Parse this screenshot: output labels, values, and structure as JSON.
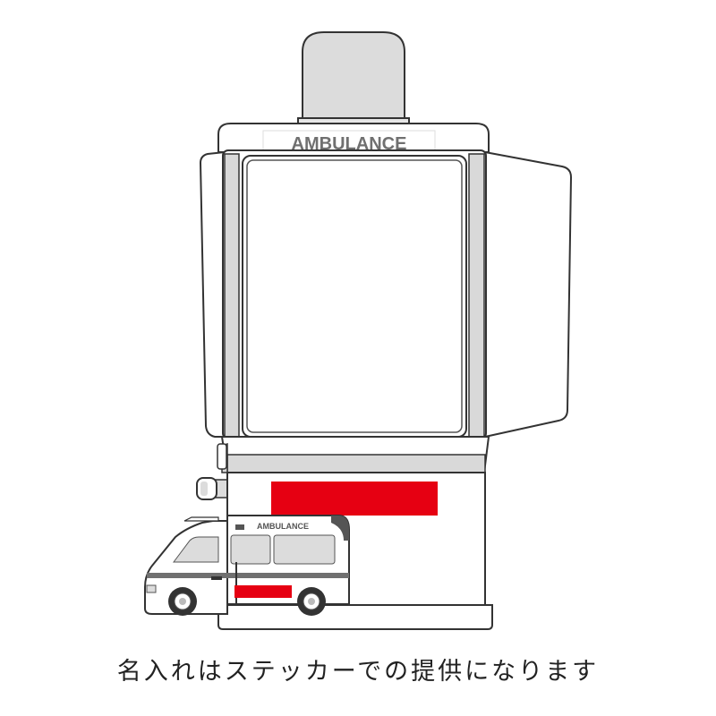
{
  "machine": {
    "header_label": "AMBULANCE",
    "vehicle_label": "AMBULANCE",
    "colors": {
      "outline": "#333333",
      "light_gray": "#d9d9d9",
      "body": "#ffffff",
      "sticker_red": "#e60012",
      "label_text": "#707070"
    }
  },
  "caption": {
    "text": "名入れはステッカーでの提供になります"
  }
}
